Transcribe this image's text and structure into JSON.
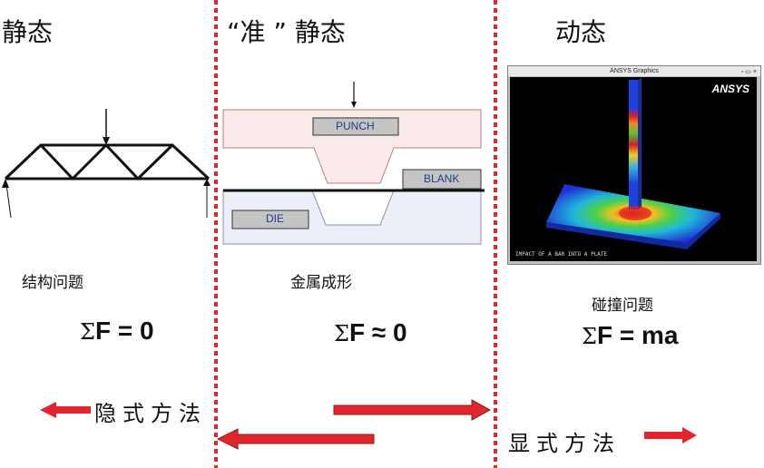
{
  "headings": {
    "static": "静态",
    "quasi_static": "“准 ” 静态",
    "dynamic": "动态"
  },
  "captions": {
    "structural": "结构问题",
    "forming": "金属成形",
    "impact": "碰撞问题"
  },
  "formulas": {
    "static": "F = 0",
    "quasi": "F ≈ 0",
    "dynamic": "F = ma",
    "sigma": "Σ"
  },
  "methods": {
    "implicit": "隐式方法",
    "explicit": "显式方法"
  },
  "forming_labels": {
    "punch": "PUNCH",
    "blank": "BLANK",
    "die": "DIE"
  },
  "ansys": {
    "window_title": "ANSYS Graphics",
    "logo": "ANSYS",
    "caption": "IMPACT OF A BAR INTO A PLATE"
  },
  "colors": {
    "divider": "#e3262e",
    "arrow": "#e3262e",
    "arrow_edge": "#8b1a10",
    "punch_fill": "#fbeaea",
    "die_fill": "#eceef8",
    "label_box": "#c4c4c4",
    "label_text": "#1f3d8a"
  }
}
